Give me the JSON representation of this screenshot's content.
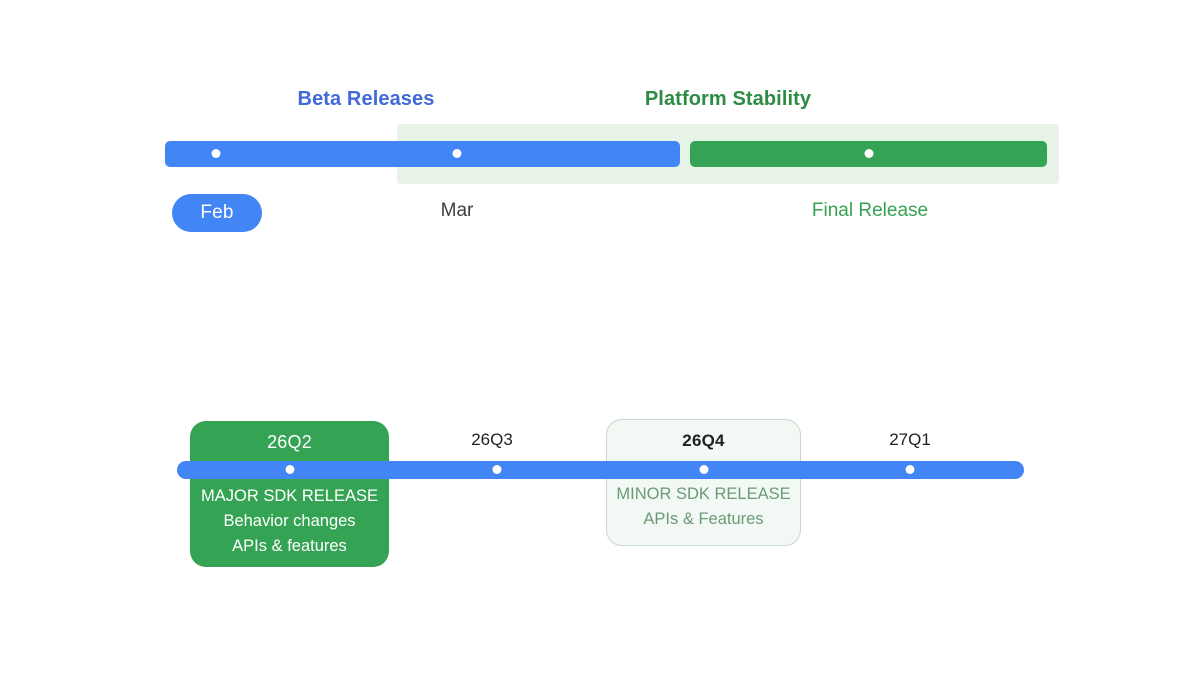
{
  "top_timeline": {
    "phases": [
      {
        "label": "Beta Releases",
        "color": "#4169d8"
      },
      {
        "label": "Platform Stability",
        "color": "#2e8b45"
      }
    ],
    "tracks": [
      {
        "name": "beta",
        "color": "#4285f4"
      },
      {
        "name": "stability",
        "color": "#34a353"
      }
    ],
    "band_color": "#e7f3e7",
    "markers": [
      {
        "label": "Feb",
        "style": "pill",
        "color": "#4285f4"
      },
      {
        "label": "Mar",
        "style": "text",
        "color": "#3c4043"
      },
      {
        "label": "Final Release",
        "style": "text",
        "color": "#34a353"
      }
    ]
  },
  "bottom_timeline": {
    "track_color": "#4285f4",
    "quarters": [
      {
        "label": "26Q2"
      },
      {
        "label": "26Q3"
      },
      {
        "label": "26Q4"
      },
      {
        "label": "27Q1"
      }
    ],
    "cards": [
      {
        "quarter": "26Q2",
        "variant": "major",
        "background": "#34a353",
        "lines": [
          "MAJOR SDK RELEASE",
          "Behavior changes",
          "APIs & features"
        ]
      },
      {
        "quarter": "26Q4",
        "variant": "minor",
        "background": "#f2f8f3",
        "lines": [
          "MINOR SDK RELEASE",
          "APIs & Features"
        ]
      }
    ]
  }
}
